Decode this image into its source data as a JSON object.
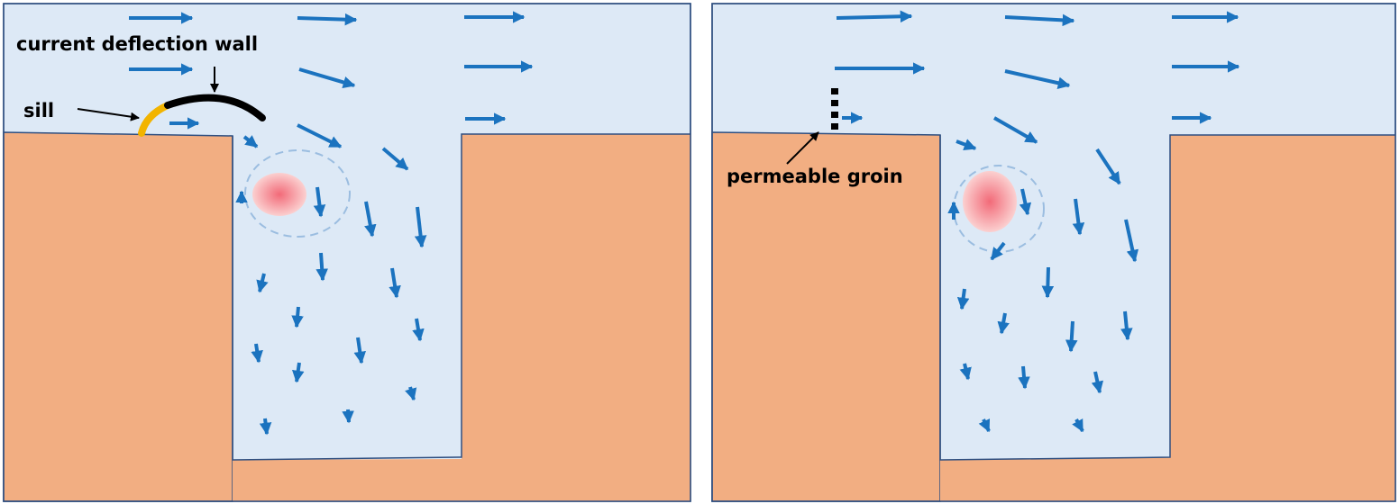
{
  "colors": {
    "water": "#dde9f6",
    "land": "#f2ae82",
    "outline": "#2f4f80",
    "arrow": "#1b73bf",
    "eddy_ring": "#9bbde0",
    "eddy_core": "#f26a78",
    "sill": "#f2b400",
    "wall": "#000000",
    "groin": "#000000",
    "background": "#ffffff"
  },
  "left_panel": {
    "labels": {
      "wall": "current deflection wall",
      "sill": "sill"
    }
  },
  "right_panel": {
    "labels": {
      "groin": "permeable groin"
    }
  },
  "icons": [
    "flow-arrow-icon",
    "eddy-icon"
  ]
}
